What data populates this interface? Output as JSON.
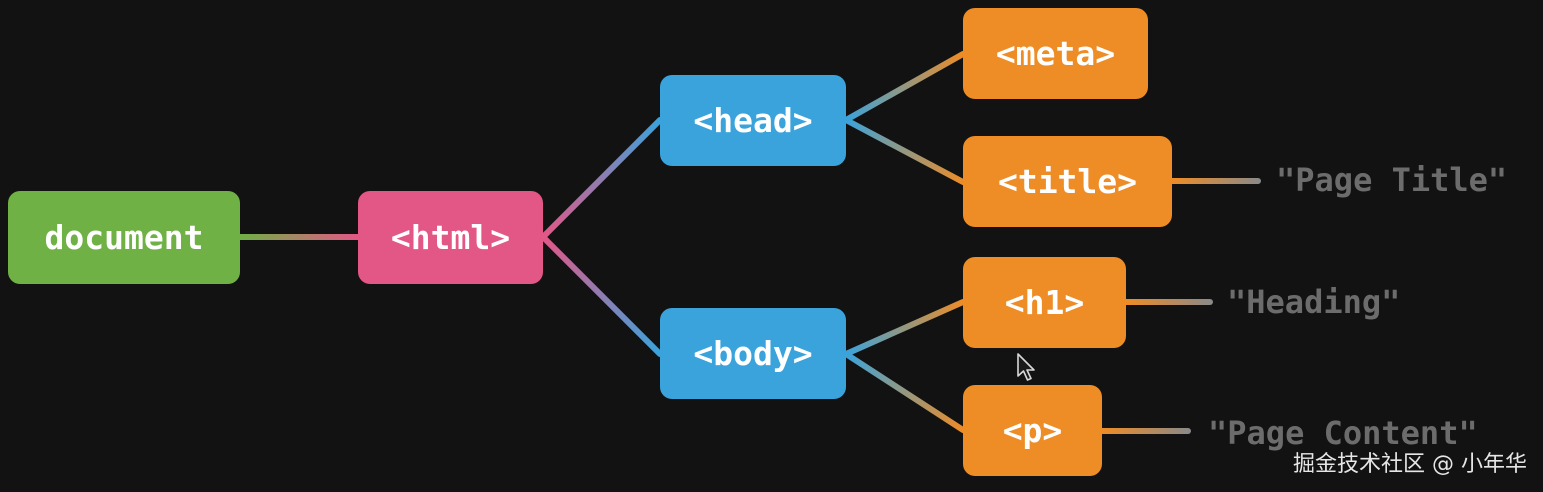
{
  "diagram": {
    "nodes": {
      "document": "document",
      "html": "<html>",
      "head": "<head>",
      "body": "<body>",
      "meta": "<meta>",
      "title": "<title>",
      "h1": "<h1>",
      "p": "<p>"
    },
    "text_nodes": {
      "title_text": "\"Page Title\"",
      "h1_text": "\"Heading\"",
      "p_text": "\"Page Content\""
    },
    "edges": [
      [
        "document",
        "html"
      ],
      [
        "html",
        "head"
      ],
      [
        "html",
        "body"
      ],
      [
        "head",
        "meta"
      ],
      [
        "head",
        "title"
      ],
      [
        "body",
        "h1"
      ],
      [
        "body",
        "p"
      ],
      [
        "title",
        "title_text"
      ],
      [
        "h1",
        "h1_text"
      ],
      [
        "p",
        "p_text"
      ]
    ],
    "colors": {
      "background": "#121212",
      "document": "#6fb145",
      "html": "#e35786",
      "blue_nodes": "#3aa3dc",
      "orange_nodes": "#ee8c26",
      "text_nodes": "#6c6c6c"
    }
  },
  "watermark": {
    "text": "掘金技术社区 @ 小年华"
  },
  "icons": {
    "cursor": "mouse-pointer-icon"
  }
}
